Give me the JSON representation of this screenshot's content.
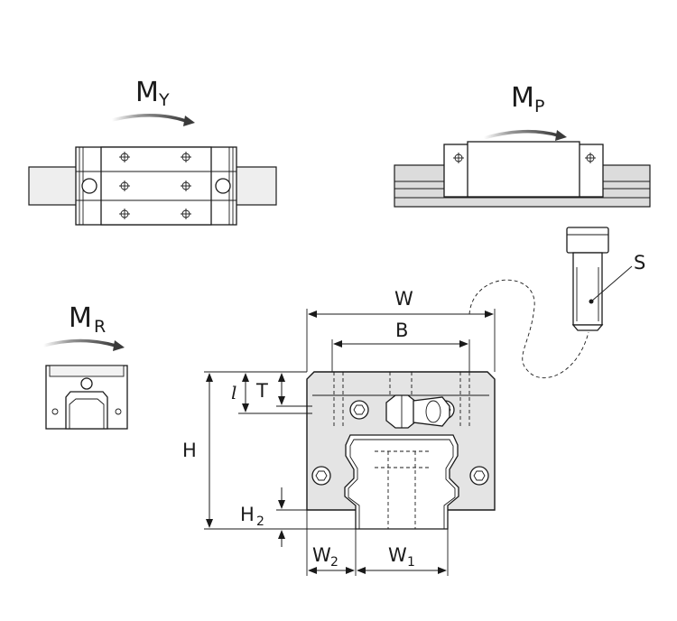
{
  "labels": {
    "my_main": "M",
    "my_sub": "Y",
    "mp_main": "M",
    "mp_sub": "P",
    "mr_main": "M",
    "mr_sub": "R",
    "w": "W",
    "b": "B",
    "t": "T",
    "l": "l",
    "h": "H",
    "h2_main": "H",
    "h2_sub": "2",
    "w2_main": "W",
    "w2_sub": "2",
    "w1_main": "W",
    "w1_sub": "1",
    "s": "S"
  }
}
